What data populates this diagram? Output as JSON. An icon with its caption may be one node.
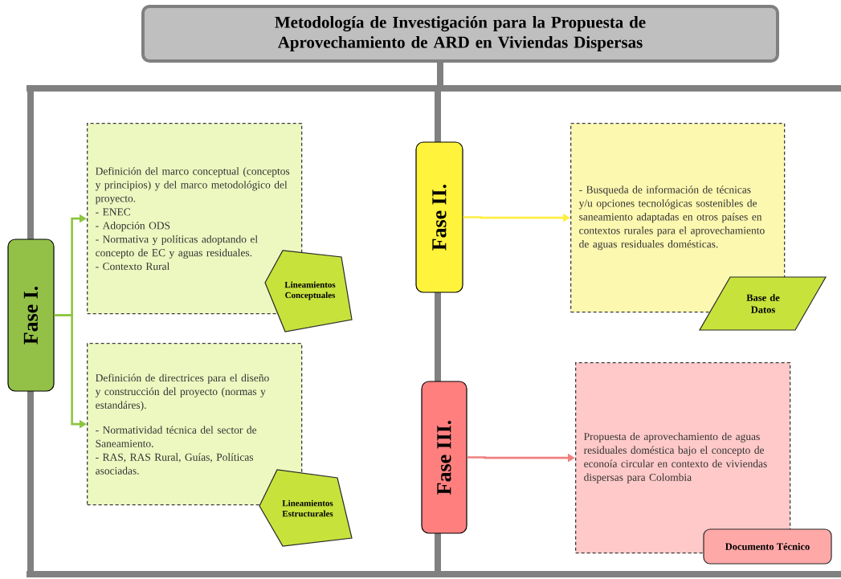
{
  "diagram": {
    "nodes": [
      {
        "text": [
          "Metodología de Investigación para la Propuesta de Aprovechamiento de ARD en Viviendas Dispersas"
        ]
      },
      {
        "text": [
          "Fase I."
        ]
      },
      {
        "text": [
          "Definición del marco conceptual (conceptos y principios) y del marco metodológico del proyecto.",
          "- ENEC",
          "- Adopción ODS",
          "- Normativa y políticas adoptando el concepto de EC y aguas residuales.",
          "- Contexto Rural"
        ]
      },
      {
        "text": [
          "Lineamientos Conceptuales"
        ]
      },
      {
        "text": [
          "Definición de directrices para el diseño y construcción del proyecto (normas y estandáres).",
          "- Normatividad técnica del sector de Saneamiento.",
          "- RAS, RAS Rural, Guías, Políticas asociadas."
        ]
      },
      {
        "text": [
          "Lineamientos Estructurales"
        ]
      },
      {
        "text": [
          "Fase II."
        ]
      },
      {
        "text": [
          "- Busqueda de información de técnicas y/u opciones tecnológicas sostenibles de saneamiento adaptadas en otros países en contextos rurales para el aprovechamiento de aguas residuales domésticas."
        ]
      },
      {
        "text": [
          "Base de Datos"
        ]
      },
      {
        "text": [
          "Fase III."
        ]
      },
      {
        "text": [
          "Propuesta de aprovechamiento de aguas residuales doméstica bajo el concepto de econoía circular en contexto de viviendas dispersas para Colombia"
        ]
      },
      {
        "text": [
          "Documento Técnico"
        ]
      }
    ],
    "edges": [
      {
        "from": 1,
        "to": 2,
        "arrow": "to",
        "color": "#8dc540"
      },
      {
        "from": 1,
        "to": 4,
        "arrow": "to",
        "color": "#8dc540"
      },
      {
        "from": 6,
        "to": 7,
        "arrow": "to",
        "color": "#ffee44"
      },
      {
        "from": 9,
        "to": 10,
        "arrow": "to",
        "color": "#f08080"
      }
    ]
  }
}
